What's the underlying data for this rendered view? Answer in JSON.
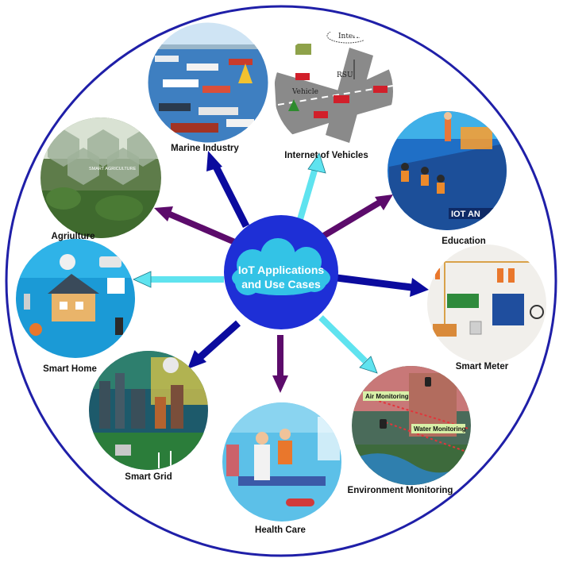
{
  "center": {
    "line1": "IoT Applications",
    "line2": "and Use Cases"
  },
  "nodes": {
    "marine": "Marine Industry",
    "vehicles": "Internet of Vehicles",
    "education": "Education",
    "meter": "Smart Meter",
    "environment": "Environment Monitoring",
    "health": "Health Care",
    "grid": "Smart Grid",
    "home": "Smart Home",
    "agriculture": "Agriulture"
  },
  "inner_text": {
    "internet": "Internet",
    "rsu": "RSU",
    "vehicle": "Vehicle",
    "air": "Air Monitoring",
    "water": "Water Monitoring",
    "iot_badge": "IOT AN",
    "smart_agri": "SMART AGRICULTURE"
  },
  "colors": {
    "outer_ring": "#1f1fa8",
    "center_fill": "#1e2fd6",
    "dark_blue_arrow": "#0b0b9e",
    "cyan_arrow": "#5fe3ef",
    "purple_arrow": "#5c0b6b"
  }
}
